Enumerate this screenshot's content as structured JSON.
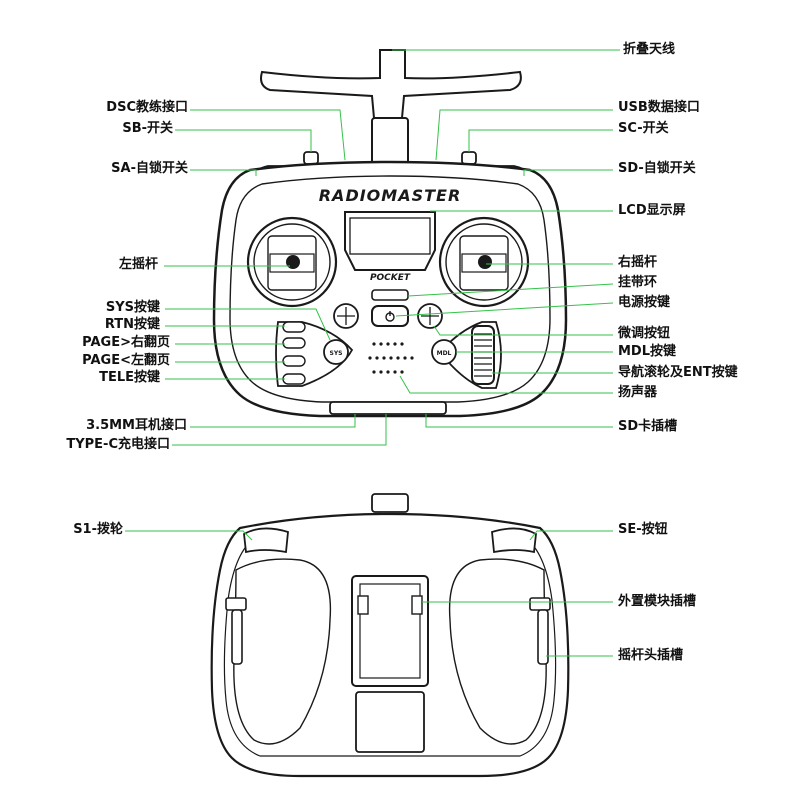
{
  "brand": {
    "name": "RADIOMASTER",
    "model": "POCKET"
  },
  "buttons": {
    "sys": "SYS",
    "mdl": "MDL"
  },
  "labels": {
    "antenna": "折叠天线",
    "dsc": "DSC教练接口",
    "usb": "USB数据接口",
    "sb": "SB-开关",
    "sc": "SC-开关",
    "sa": "SA-自锁开关",
    "sd": "SD-自锁开关",
    "lcd": "LCD显示屏",
    "left_stick": "左摇杆",
    "right_stick": "右摇杆",
    "lanyard": "挂带环",
    "power": "电源按键",
    "sys_key": "SYS按键",
    "rtn_key": "RTN按键",
    "page_right": "PAGE>右翻页",
    "page_left": "PAGE<左翻页",
    "tele_key": "TELE按键",
    "trim": "微调按钮",
    "mdl_key": "MDL按键",
    "nav": "导航滚轮及ENT按键",
    "speaker": "扬声器",
    "jack": "3.5MM耳机接口",
    "typec": "TYPE-C充电接口",
    "sd_card": "SD卡插槽",
    "s1": "S1-拨轮",
    "se": "SE-按钮",
    "module_bay": "外置模块插槽",
    "stick_end_slot": "摇杆头插槽"
  }
}
